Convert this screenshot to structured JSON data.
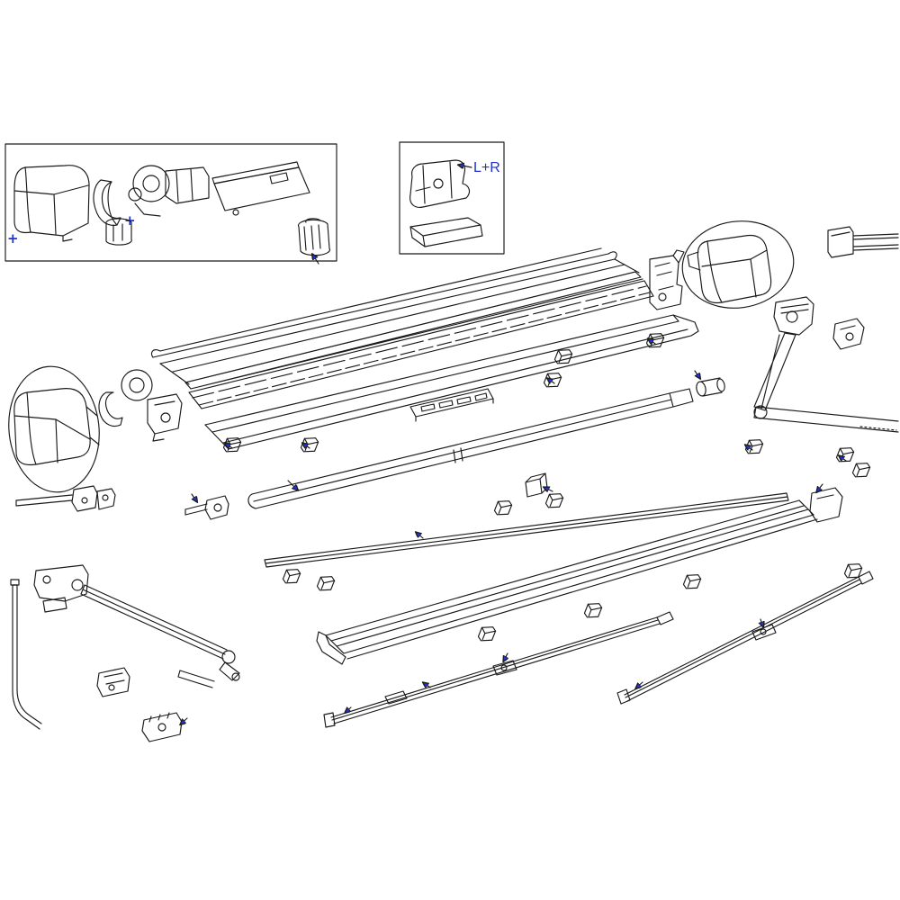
{
  "diagram": {
    "type": "exploded-parts-diagram",
    "subject": "awning-assembly-spare-parts",
    "labels": {
      "left_right": "L+R",
      "plus": "+"
    },
    "colors": {
      "line": "#1a1a1a",
      "accent": "#2233cc",
      "highlight": "#c41414",
      "background": "#ffffff"
    },
    "highlighted_parts": [
      "left-end-cap",
      "right-end-cap"
    ],
    "insets": [
      {
        "name": "inset-left",
        "parts": [
          "spare-end-cap",
          "clamp-bracket",
          "motor-assembly",
          "control-box",
          "adapter-cylinder",
          "canister"
        ]
      },
      {
        "name": "inset-mid",
        "parts": [
          "mount-bracket",
          "spacer-box"
        ],
        "label": "L+R"
      }
    ]
  }
}
